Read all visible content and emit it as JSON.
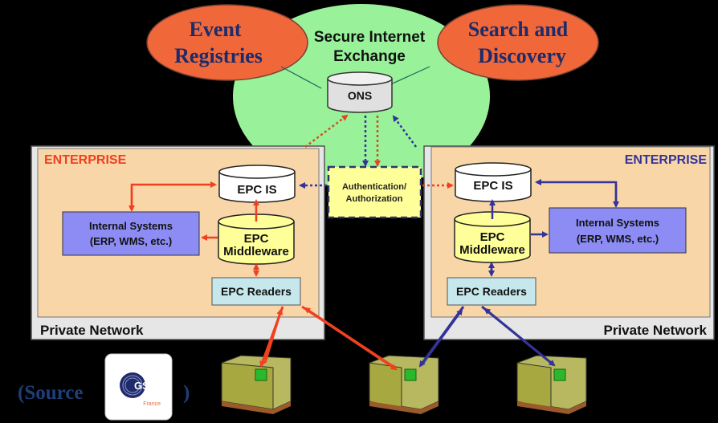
{
  "internet": {
    "title_line1": "Secure Internet",
    "title_line2": "Exchange",
    "ons_label": "ONS",
    "event_registries": [
      "Event",
      "Registries"
    ],
    "search_discovery": [
      "Search and",
      "Discovery"
    ]
  },
  "auth": {
    "line1": "Authentication/",
    "line2": "Authorization"
  },
  "left_enterprise": {
    "title": "ENTERPRISE",
    "network_label": "Private Network",
    "epcis_label": "EPC IS",
    "middleware_line1": "EPC",
    "middleware_line2": "Middleware",
    "readers_label": "EPC Readers",
    "internal_line1": "Internal Systems",
    "internal_line2": "(ERP, WMS, etc.)"
  },
  "right_enterprise": {
    "title": "ENTERPRISE",
    "network_label": "Private Network",
    "epcis_label": "EPC IS",
    "middleware_line1": "EPC",
    "middleware_line2": "Middleware",
    "readers_label": "EPC Readers",
    "internal_line1": "Internal Systems",
    "internal_line2": "(ERP, WMS, etc.)"
  },
  "source": {
    "prefix": "(Source",
    "suffix": ")",
    "logo_text": "GS1",
    "logo_sub": "France"
  },
  "colors": {
    "internet_green": "#99f299",
    "ellipse_orange": "#f0683a",
    "enterprise_fill": "#f8d6a8",
    "network_fill": "#e6e6e6",
    "internal_blue": "#8c8cf4",
    "readers_cyan": "#c6e8ec",
    "middleware_yellow": "#ffff99",
    "red_arrow": "#f04020",
    "blue_arrow": "#333399"
  }
}
